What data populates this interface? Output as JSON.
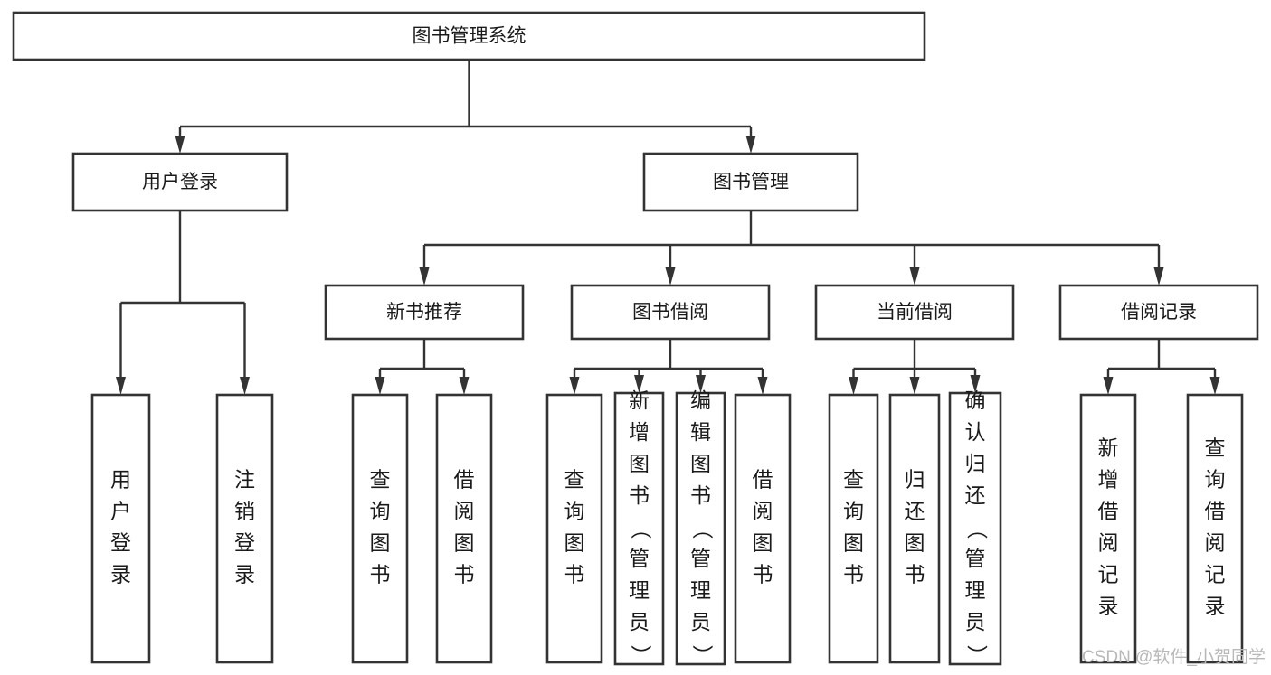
{
  "diagram": {
    "type": "hierarchy-tree",
    "title": "图书管理系统",
    "orientation": "top-down",
    "watermark": "CSDN @软件_小贺同学",
    "colors": {
      "box_stroke": "#333333",
      "box_fill": "#ffffff",
      "connector": "#333333",
      "text": "#1a1a1a",
      "watermark": "#b8b8b8",
      "background": "#ffffff"
    },
    "root": {
      "id": "root",
      "label": "图书管理系统"
    },
    "level2": [
      {
        "id": "user-login",
        "label": "用户登录"
      },
      {
        "id": "book-manage",
        "label": "图书管理"
      }
    ],
    "level3": [
      {
        "id": "new-book-recommend",
        "label": "新书推荐",
        "parent": "book-manage"
      },
      {
        "id": "book-borrow",
        "label": "图书借阅",
        "parent": "book-manage"
      },
      {
        "id": "current-borrow",
        "label": "当前借阅",
        "parent": "book-manage"
      },
      {
        "id": "borrow-record",
        "label": "借阅记录",
        "parent": "book-manage"
      }
    ],
    "leaves": [
      {
        "id": "leaf-user-login",
        "label": "用户登录",
        "parent": "user-login"
      },
      {
        "id": "leaf-logout-login",
        "label": "注销登录",
        "parent": "user-login"
      },
      {
        "id": "leaf-query-book-1",
        "label": "查询图书",
        "parent": "new-book-recommend"
      },
      {
        "id": "leaf-borrow-book-1",
        "label": "借阅图书",
        "parent": "new-book-recommend"
      },
      {
        "id": "leaf-query-book-2",
        "label": "查询图书",
        "parent": "book-borrow"
      },
      {
        "id": "leaf-add-book-admin",
        "label": "新增图书（管理员）",
        "parent": "book-borrow"
      },
      {
        "id": "leaf-edit-book-admin",
        "label": "编辑图书（管理员）",
        "parent": "book-borrow"
      },
      {
        "id": "leaf-borrow-book-2",
        "label": "借阅图书",
        "parent": "book-borrow"
      },
      {
        "id": "leaf-query-book-3",
        "label": "查询图书",
        "parent": "current-borrow"
      },
      {
        "id": "leaf-return-book",
        "label": "归还图书",
        "parent": "current-borrow"
      },
      {
        "id": "leaf-confirm-return-admin",
        "label": "确认归还（管理员）",
        "parent": "current-borrow"
      },
      {
        "id": "leaf-add-borrow-record",
        "label": "新增借阅记录",
        "parent": "borrow-record"
      },
      {
        "id": "leaf-query-borrow-record",
        "label": "查询借阅记录",
        "parent": "borrow-record"
      }
    ]
  }
}
